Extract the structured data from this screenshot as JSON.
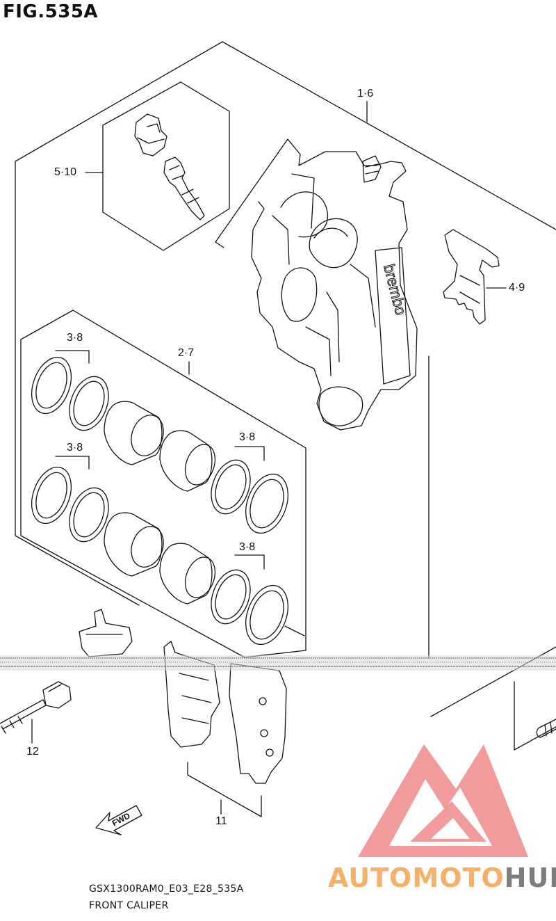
{
  "figure": {
    "title": "FIG.535A",
    "code": "GSX1300RAM0_E03_E28_535A",
    "name": "FRONT CALIPER"
  },
  "callouts": {
    "caliper_assy": "1·6",
    "bleeder_kit": "5·10",
    "pad_spring": "4·9",
    "piston_set": "2·7",
    "seal_set_a": "3·8",
    "seal_set_b": "3·8",
    "seal_set_c": "3·8",
    "seal_set_d": "3·8",
    "mount_bolt": "12",
    "pad_set": "11"
  },
  "direction_marker": "FWD",
  "caliper_logo": "brembo",
  "watermark": {
    "part1": "AUTO",
    "part2": "MOTO",
    "part3": "HUB",
    "color_orange": "#f7b067",
    "color_red": "#f08a8a",
    "color_gray": "#7d7d7d"
  }
}
